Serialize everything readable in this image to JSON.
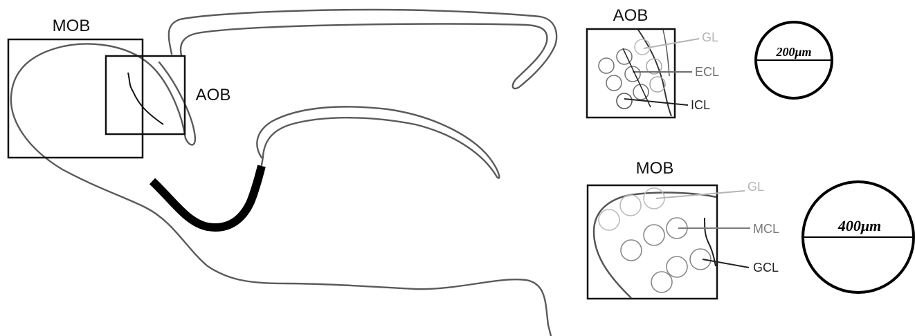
{
  "main_diagram": {
    "mob_label": "MOB",
    "aob_label": "AOB"
  },
  "aob_inset": {
    "title": "AOB",
    "layers": [
      {
        "label": "GL",
        "color": "#b4b4b4"
      },
      {
        "label": "ECL",
        "color": "#6e6e6e"
      },
      {
        "label": "ICL",
        "color": "#222222"
      }
    ],
    "scale_label": "200μm"
  },
  "mob_inset": {
    "title": "MOB",
    "layers": [
      {
        "label": "GL",
        "color": "#b4b4b4"
      },
      {
        "label": "MCL",
        "color": "#7a7a7a"
      },
      {
        "label": "GCL",
        "color": "#222222"
      }
    ],
    "scale_label": "400μm"
  }
}
